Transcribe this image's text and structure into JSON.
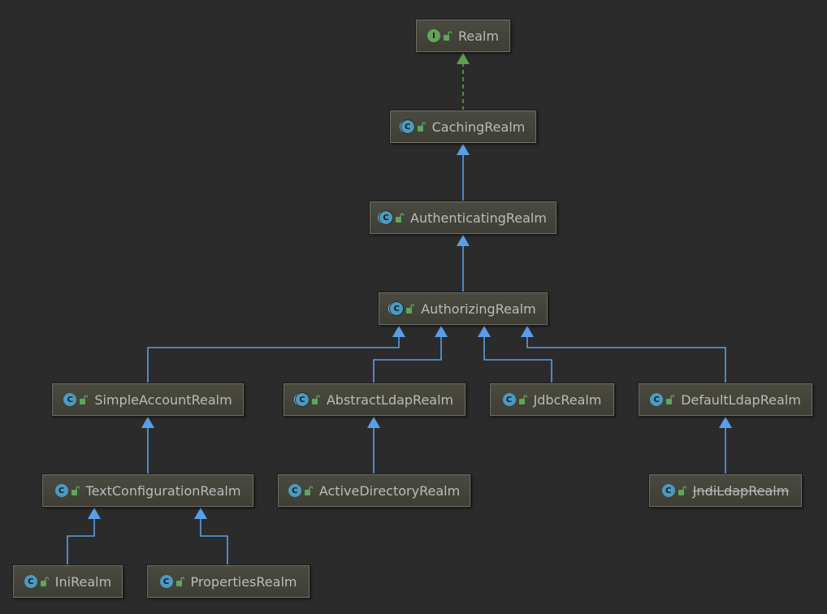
{
  "colors": {
    "background": "#2b2b2b",
    "node_fill": "#45453c",
    "extends_arrow": "#5a9ee8",
    "implements_arrow": "#5f9e4f",
    "class_icon": "#4a9bc2",
    "interface_icon": "#62a35a"
  },
  "nodes": [
    {
      "id": "realm",
      "label": "Realm",
      "kind": "interface",
      "icon_letter": "I"
    },
    {
      "id": "caching-realm",
      "label": "CachingRealm",
      "kind": "abstract",
      "icon_letter": "C"
    },
    {
      "id": "authenticating-realm",
      "label": "AuthenticatingRealm",
      "kind": "abstract",
      "icon_letter": "C"
    },
    {
      "id": "authorizing-realm",
      "label": "AuthorizingRealm",
      "kind": "abstract",
      "icon_letter": "C"
    },
    {
      "id": "simple-account-realm",
      "label": "SimpleAccountRealm",
      "kind": "class",
      "icon_letter": "C"
    },
    {
      "id": "abstract-ldap-realm",
      "label": "AbstractLdapRealm",
      "kind": "abstract",
      "icon_letter": "C"
    },
    {
      "id": "jdbc-realm",
      "label": "JdbcRealm",
      "kind": "class",
      "icon_letter": "C"
    },
    {
      "id": "default-ldap-realm",
      "label": "DefaultLdapRealm",
      "kind": "class",
      "icon_letter": "C"
    },
    {
      "id": "text-configuration-realm",
      "label": "TextConfigurationRealm",
      "kind": "class",
      "icon_letter": "C"
    },
    {
      "id": "active-directory-realm",
      "label": "ActiveDirectoryRealm",
      "kind": "class",
      "icon_letter": "C"
    },
    {
      "id": "jndi-ldap-realm",
      "label": "JndiLdapRealm",
      "kind": "class",
      "icon_letter": "C",
      "deprecated": true
    },
    {
      "id": "ini-realm",
      "label": "IniRealm",
      "kind": "class",
      "icon_letter": "C"
    },
    {
      "id": "properties-realm",
      "label": "PropertiesRealm",
      "kind": "class",
      "icon_letter": "C"
    }
  ],
  "edges": [
    {
      "from": "caching-realm",
      "to": "realm",
      "type": "implements"
    },
    {
      "from": "authenticating-realm",
      "to": "caching-realm",
      "type": "extends"
    },
    {
      "from": "authorizing-realm",
      "to": "authenticating-realm",
      "type": "extends"
    },
    {
      "from": "simple-account-realm",
      "to": "authorizing-realm",
      "type": "extends"
    },
    {
      "from": "abstract-ldap-realm",
      "to": "authorizing-realm",
      "type": "extends"
    },
    {
      "from": "jdbc-realm",
      "to": "authorizing-realm",
      "type": "extends"
    },
    {
      "from": "default-ldap-realm",
      "to": "authorizing-realm",
      "type": "extends"
    },
    {
      "from": "text-configuration-realm",
      "to": "simple-account-realm",
      "type": "extends"
    },
    {
      "from": "active-directory-realm",
      "to": "abstract-ldap-realm",
      "type": "extends"
    },
    {
      "from": "jndi-ldap-realm",
      "to": "default-ldap-realm",
      "type": "extends"
    },
    {
      "from": "ini-realm",
      "to": "text-configuration-realm",
      "type": "extends"
    },
    {
      "from": "properties-realm",
      "to": "text-configuration-realm",
      "type": "extends"
    }
  ]
}
